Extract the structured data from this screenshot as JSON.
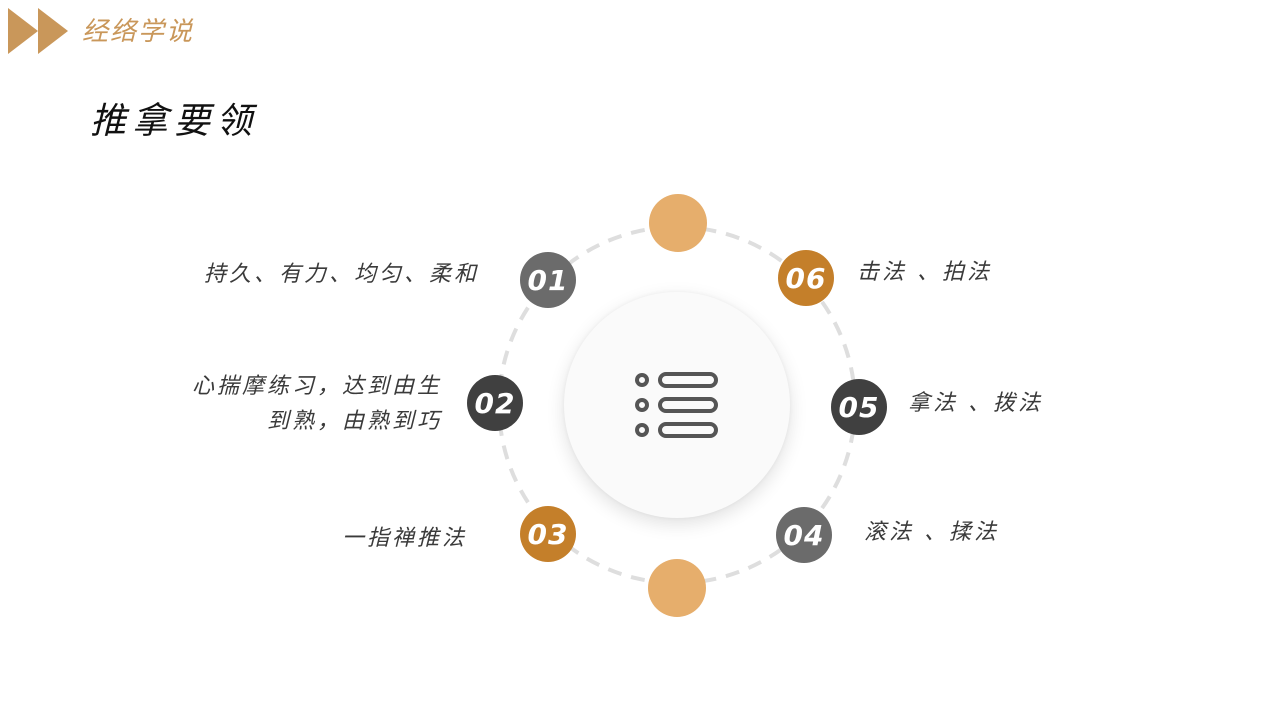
{
  "header": {
    "section_title": "经络学说"
  },
  "page_title": "推拿要领",
  "colors": {
    "accent": "#c9975a",
    "amber": "#c47f2a",
    "peach": "#e6ae6c",
    "gray": "#6b6b6b",
    "dark": "#404040"
  },
  "icons": {
    "center": "list-icon",
    "logo": "double-chevron-icon"
  },
  "items": [
    {
      "number": "01",
      "label": "持久、有力、均匀、柔和"
    },
    {
      "number": "02",
      "label_line1": "心揣摩练习，达到由生",
      "label_line2": "到熟，由熟到巧"
    },
    {
      "number": "03",
      "label": "一指禅推法"
    },
    {
      "number": "04",
      "label": "滚法 、揉法"
    },
    {
      "number": "05",
      "label": "拿法 、拨法"
    },
    {
      "number": "06",
      "label": "击法 、拍法"
    }
  ]
}
